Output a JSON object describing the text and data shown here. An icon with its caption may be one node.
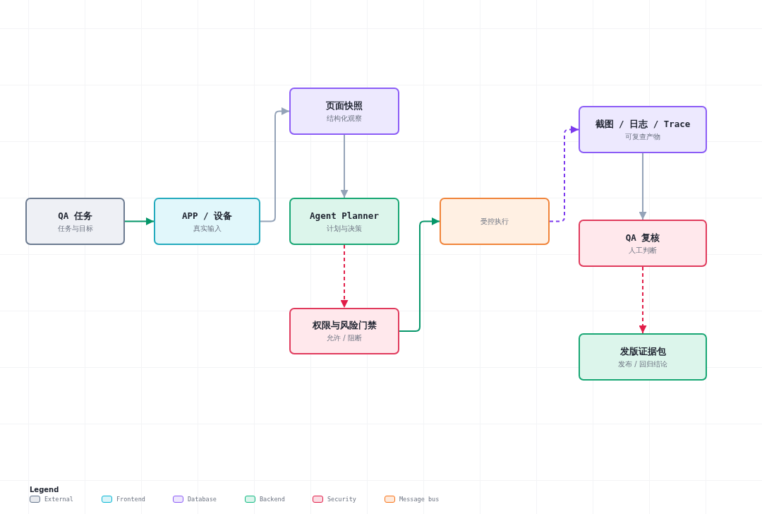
{
  "diagram": {
    "nodes": [
      {
        "text": [
          "QA 任务",
          "任务与目标"
        ]
      },
      {
        "text": [
          "APP / 设备",
          "真实输入"
        ]
      },
      {
        "text": [
          "页面快照",
          "结构化观察"
        ]
      },
      {
        "text": [
          "Agent Planner",
          "计划与决策"
        ]
      },
      {
        "text": [
          "权限与风险门禁",
          "允许 / 阻断"
        ]
      },
      {
        "text": [
          "受控执行"
        ]
      },
      {
        "text": [
          "截图 / 日志 / Trace",
          "可复查产物"
        ]
      },
      {
        "text": [
          "QA 复核",
          "人工判断"
        ]
      },
      {
        "text": [
          "发版证据包",
          "发布 / 回归结论"
        ]
      }
    ],
    "edges": [
      {
        "from": 0,
        "to": 1,
        "arrow": "to",
        "color": "#059669"
      },
      {
        "from": 1,
        "to": 2,
        "arrow": "to"
      },
      {
        "from": 2,
        "to": 3,
        "arrow": "to"
      },
      {
        "from": 3,
        "to": 4,
        "arrow": "to",
        "style": "dashed",
        "color": "#e11d48"
      },
      {
        "from": 4,
        "to": 5,
        "arrow": "to",
        "color": "#059669"
      },
      {
        "from": 5,
        "to": 6,
        "arrow": "to",
        "style": "dashed",
        "color": "#7c3aed"
      },
      {
        "from": 6,
        "to": 7,
        "arrow": "to"
      },
      {
        "from": 7,
        "to": 8,
        "arrow": "to",
        "style": "dashed",
        "color": "#e11d48"
      }
    ],
    "labels": [
      "Legend"
    ],
    "legend": [
      {
        "text": "External",
        "color": "#64748b"
      },
      {
        "text": "Frontend",
        "color": "#06b6d4"
      },
      {
        "text": "Database",
        "color": "#8b5cf6"
      },
      {
        "text": "Backend",
        "color": "#10b981"
      },
      {
        "text": "Security",
        "color": "#e11d48"
      },
      {
        "text": "Message bus",
        "color": "#f97316"
      }
    ]
  }
}
